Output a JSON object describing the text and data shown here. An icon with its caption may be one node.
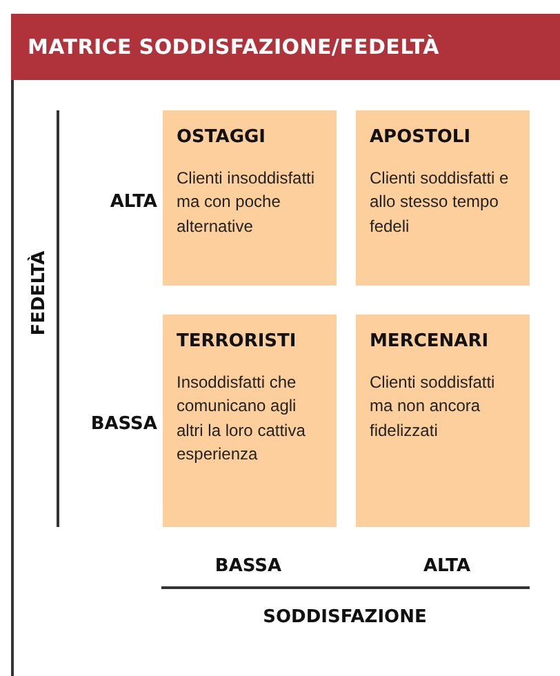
{
  "diagram": {
    "title": "MATRICE SODDISFAZIONE/FEDELTÀ",
    "nodes": [
      {
        "text": [
          "OSTAGGI",
          "Clienti insoddisfatti ma con poche alternative"
        ]
      },
      {
        "text": [
          "APOSTOLI",
          "Clienti soddisfatti e allo stesso tempo fedeli"
        ]
      },
      {
        "text": [
          "TERRORISTI",
          "Insoddisfatti che comunicano agli altri la loro cattiva esperienza"
        ]
      },
      {
        "text": [
          "MERCENARI",
          "Clienti soddisfatti ma non ancora fidelizzati"
        ]
      }
    ],
    "labels": [
      "ALTA",
      "FEDELTÀ",
      "BASSA",
      "BASSA",
      "ALTA",
      "SODDISFAZIONE"
    ]
  }
}
